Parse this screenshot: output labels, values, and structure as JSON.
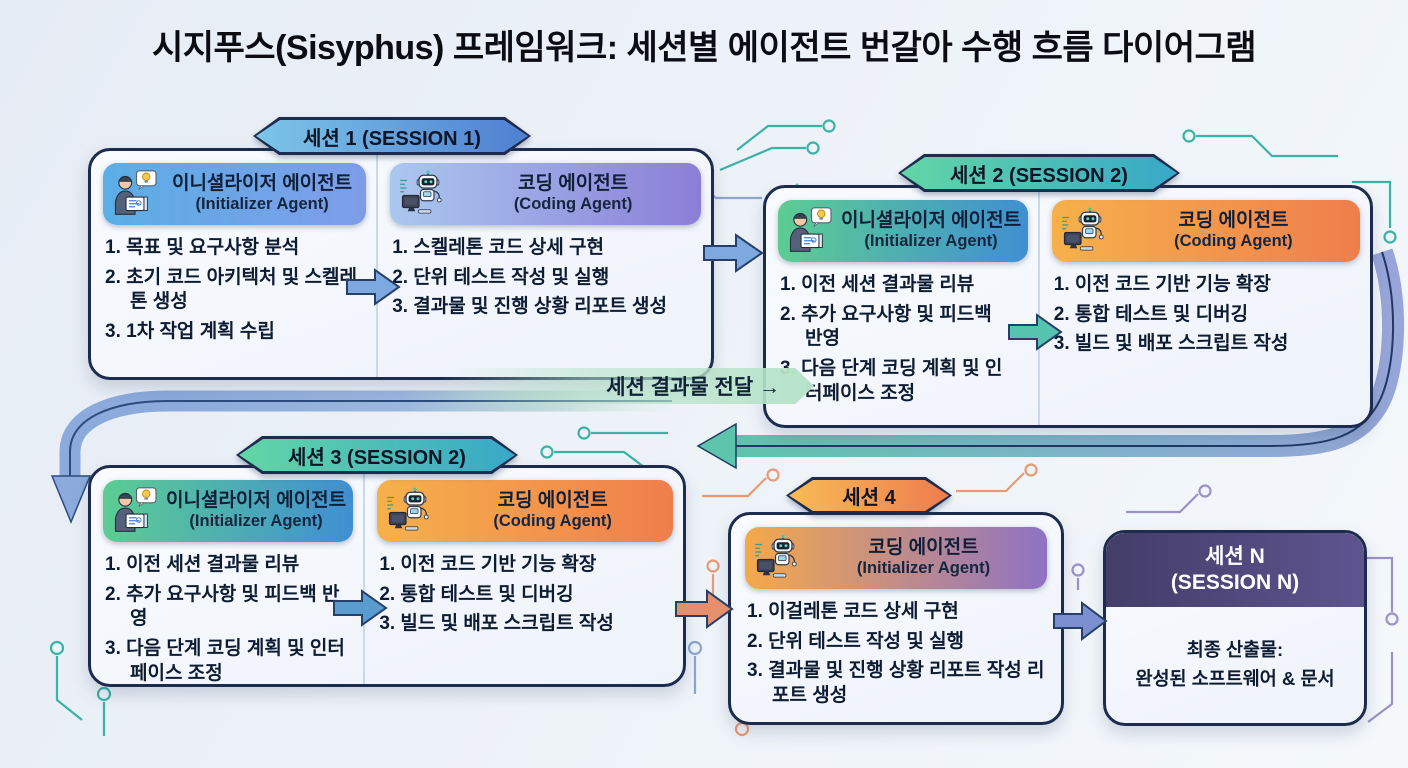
{
  "title": "시지푸스(Sisyphus) 프레임워크: 세션별 에이전트 번갈아 수행 흐름 다이어그램",
  "flow_label": "세션 결과물 전달 →",
  "sessions": [
    {
      "badge": "세션 1 (SESSION 1)",
      "agents": [
        {
          "icon": "person-blueprint-icon",
          "title": "이니셜라이저 에이전트",
          "subtitle": "(Initializer Agent)",
          "items": [
            "1. 목표 및 요구사항 분석",
            "2. 초기 코드 아키텍처 및 스켈레톤 생성",
            "3. 1차 작업 계획 수립"
          ]
        },
        {
          "icon": "robot-icon",
          "title": "코딩 에이전트",
          "subtitle": "(Coding Agent)",
          "items": [
            "1. 스켈레톤 코드 상세 구현",
            "2. 단위 테스트 작성 및 실행",
            "3. 결과물 및 진행 상황 리포트 생성"
          ]
        }
      ]
    },
    {
      "badge": "세션 2 (SESSION 2)",
      "agents": [
        {
          "icon": "person-blueprint-icon",
          "title": "이니셜라이저 에이전트",
          "subtitle": "(Initializer Agent)",
          "items": [
            "1. 이전 세션 결과물 리뷰",
            "2. 추가 요구사항 및 피드백 반영",
            "3. 다음 단계 코딩 계획 및 인터페이스 조정"
          ]
        },
        {
          "icon": "robot-icon",
          "title": "코딩 에이전트",
          "subtitle": "(Coding Agent)",
          "items": [
            "1. 이전 코드 기반 기능 확장",
            "2. 통합 테스트 및 디버깅",
            "3. 빌드 및 배포 스크립트 작성"
          ]
        }
      ]
    },
    {
      "badge": "세션 3 (SESSION 2)",
      "agents": [
        {
          "icon": "person-blueprint-icon",
          "title": "이니셜라이저 에이전트",
          "subtitle": "(Initializer Agent)",
          "items": [
            "1. 이전 세션 결과물 리뷰",
            "2. 추가 요구사항 및 피드백 반영",
            "3. 다음 단계 코딩 계획 및 인터페이스 조정"
          ]
        },
        {
          "icon": "robot-icon",
          "title": "코딩 에이전트",
          "subtitle": "(Coding Agent)",
          "items": [
            "1. 이전 코드 기반 기능 확장",
            "2. 통합 테스트 및 디버깅",
            "3. 빌드 및 배포 스크립트 작성"
          ]
        }
      ]
    },
    {
      "badge": "세션 4",
      "agents": [
        {
          "icon": "robot-icon",
          "title": "코딩 에이전트",
          "subtitle": "(Initializer Agent)",
          "items": [
            "1. 이걸레톤 코드 상세 구현",
            "2. 단위 테스트 작성 및 실행",
            "3. 결과물 및 진행 상황 리포트 작성 리포트 생성"
          ]
        }
      ]
    },
    {
      "title_line1": "세션 N",
      "title_line2": "(SESSION N)",
      "body_line1": "최종 산출물:",
      "body_line2": "완성된 소프트웨어 & 문서"
    }
  ],
  "colors": {
    "background": "#edf2f8",
    "box_border": "#1d2c4e",
    "badge_session1": [
      "#7cc6e8",
      "#4e7fd2"
    ],
    "badge_session2_3": [
      "#62d6a5",
      "#38a8c8"
    ],
    "badge_session4": [
      "#f8bc55",
      "#ee7c4e"
    ],
    "header_initializer_blue": [
      "#5baee6",
      "#7e9ce8"
    ],
    "header_coding_purple": [
      "#aac8ee",
      "#8b7ed8"
    ],
    "header_initializer_green": [
      "#5ccd92",
      "#3f8fd2"
    ],
    "header_coding_orange": [
      "#f6b14b",
      "#ef7e4c"
    ],
    "header_coding_orange_purple": [
      "#f5a94a",
      "#8e72c4"
    ],
    "header_session_n": [
      "#433d68",
      "#5e5490"
    ],
    "arrow_blue": "#7da8e0",
    "arrow_teal": "#55c3ae",
    "arrow_orange": "#e58f6d",
    "arrow_periwinkle": "#7b8fd0",
    "band_blue": "#8cabdc",
    "band_teal": "#5ec4ab"
  }
}
